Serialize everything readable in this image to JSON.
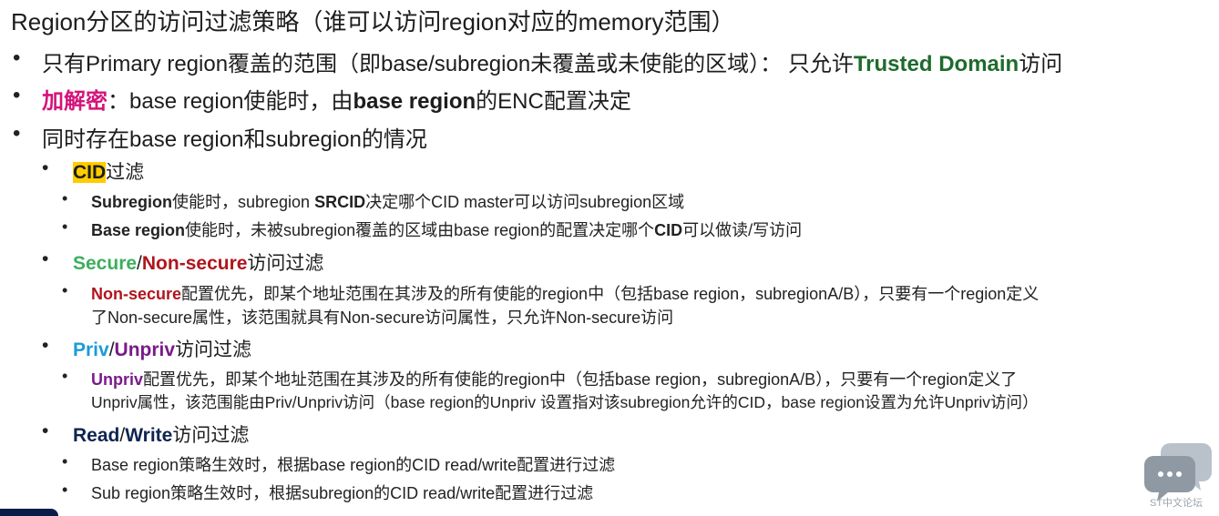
{
  "title": "Region分区的访问过滤策略（谁可以访问region对应的memory范围）",
  "bullet_l1": "•",
  "bullet_l2": "•",
  "bullet_l3": "•",
  "b1": {
    "pre": "只有Primary region覆盖的范围（即base/subregion未覆盖或未使能的区域）： 只允许",
    "hl": "Trusted Domain",
    "post": "访问"
  },
  "b2": {
    "hl1": "加解密",
    "mid": "：base region使能时，由",
    "hl2": "base region",
    "post": "的ENC配置决定"
  },
  "b3": {
    "text": "同时存在base region和subregion的情况"
  },
  "cid": {
    "hl": "CID",
    "post": "过滤",
    "s1": {
      "b1": "Subregion",
      "t1": "使能时，subregion ",
      "b2": "SRCID",
      "t2": "决定哪个CID master可以访问subregion区域"
    },
    "s2": {
      "b1": "Base region",
      "t1": "使能时，未被subregion覆盖的区域由base region的配置决定哪个",
      "b2": "CID",
      "t2": "可以做读/写访问"
    }
  },
  "sec": {
    "a": "Secure",
    "sep": "/",
    "b": "Non-secure",
    "post": "访问过滤",
    "s1": {
      "b1": "Non-secure",
      "t1": "配置优先，即某个地址范围在其涉及的所有使能的region中（包括base region，subregionA/B），只要有一个region定义",
      "line2": "了Non-secure属性，该范围就具有Non-secure访问属性，只允许Non-secure访问"
    }
  },
  "priv": {
    "a": "Priv",
    "sep": "/",
    "b": "Unpriv",
    "post": "访问过滤",
    "s1": {
      "b1": "Unpriv",
      "t1": "配置优先，即某个地址范围在其涉及的所有使能的region中（包括base region，subregionA/B），只要有一个region定义了",
      "line2": "Unpriv属性，该范围能由Priv/Unpriv访问（base region的Unpriv 设置指对该subregion允许的CID，base region设置为允许Unpriv访问）"
    }
  },
  "rw": {
    "a": "Read",
    "sep": "/",
    "b": "Write",
    "post": "访问过滤",
    "s1": "Base region策略生效时，根据base region的CID read/write配置进行过滤",
    "s2": "Sub region策略生效时，根据subregion的CID read/write配置进行过滤"
  },
  "watermark": "ST中文论坛",
  "colors": {
    "green": "#1e6b2c",
    "pink": "#d4147a",
    "highlight": "#ffcc00",
    "red": "#b0151c",
    "cyan": "#1a9cd8",
    "purple": "#7a1a8a",
    "navy": "#0f2550"
  }
}
